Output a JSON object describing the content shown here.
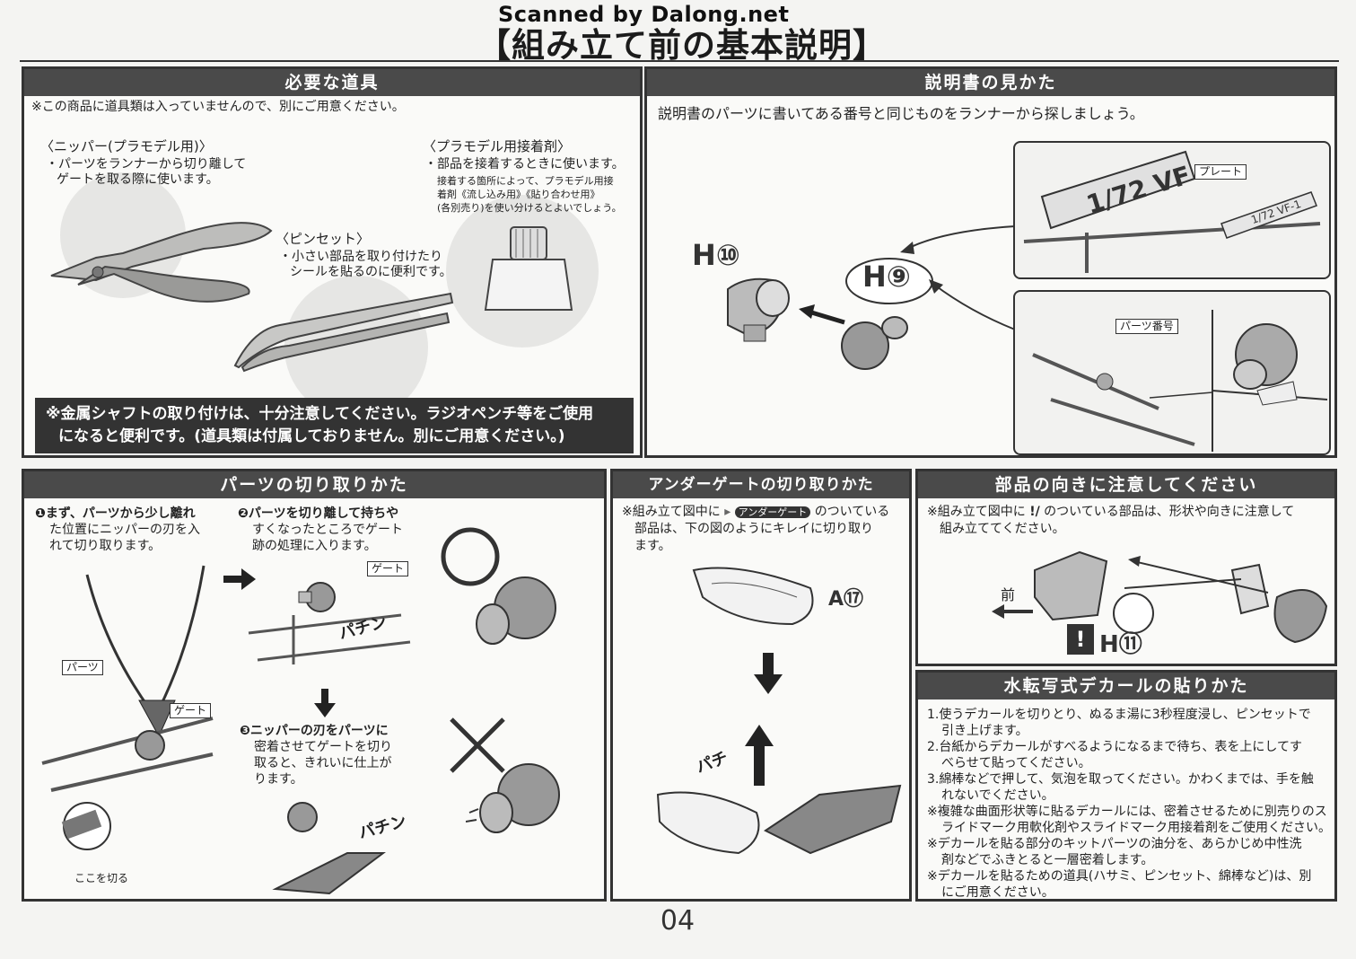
{
  "watermark": "Scanned by Dalong.net",
  "page_title": "【組み立て前の基本説明】",
  "page_number": "04",
  "tools": {
    "heading": "必要な道具",
    "note": "※この商品に道具類は入っていませんので、別にご用意ください。",
    "nipper_title": "〈ニッパー(プラモデル用)〉",
    "nipper_desc_1": "・パーツをランナーから切り離して",
    "nipper_desc_2": "ゲートを取る際に使います。",
    "glue_title": "〈プラモデル用接着剤〉",
    "glue_desc": "・部品を接着するときに使います。",
    "glue_note_1": "接着する箇所によって、プラモデル用接",
    "glue_note_2": "着剤《流し込み用》《貼り合わせ用》",
    "glue_note_3": "(各別売り)を使い分けるとよいでしょう。",
    "tweezers_title": "〈ピンセット〉",
    "tweezers_desc_1": "・小さい部品を取り付けたり",
    "tweezers_desc_2": "シールを貼るのに便利です。",
    "warning_1": "※金属シャフトの取り付けは、十分注意してください。ラジオペンチ等をご使用",
    "warning_2": "になると便利です。(道具類は付属しておりません。別にご用意ください。)"
  },
  "manual": {
    "heading": "説明書の見かた",
    "desc": "説明書のパーツに書いてある番号と同じものをランナーから探しましょう。",
    "label_h10": "H⑩",
    "label_h9": "H⑨",
    "plate_label": "プレート",
    "plate_text": "1/72 VF",
    "plate_text_small": "1/72 VF-1",
    "part_number_label": "パーツ番号"
  },
  "cutting": {
    "heading": "パーツの切り取りかた",
    "step1_1": "❶まず、パーツから少し離れ",
    "step1_2": "た位置にニッパーの刃を入",
    "step1_3": "れて切り取ります。",
    "step2_1": "❷パーツを切り離して持ちや",
    "step2_2": "すくなったところでゲート",
    "step2_3": "跡の処理に入ります。",
    "step3_1": "❸ニッパーの刃をパーツに",
    "step3_2": "密着させてゲートを切り",
    "step3_3": "取ると、きれいに仕上が",
    "step3_4": "ります。",
    "gate_label": "ゲート",
    "parts_label": "パーツ",
    "cut_here": "ここを切る",
    "sfx": "パチン"
  },
  "undergate": {
    "heading": "アンダーゲートの切り取りかた",
    "desc_1": "※組み立て図中に",
    "desc_badge": "アンダーゲート",
    "desc_2": "のついている",
    "desc_3": "部品は、下の図のようにキレイに切り取り",
    "desc_4": "ます。",
    "part_label": "A⑰",
    "sfx": "パチ"
  },
  "orientation": {
    "heading": "部品の向きに注意してください",
    "desc_1": "※組み立て図中に",
    "desc_mark": "!/",
    "desc_2": "のついている部品は、形状や向きに注意して",
    "desc_3": "組み立ててください。",
    "front_label": "前",
    "part_label": "H⑪"
  },
  "decal": {
    "heading": "水転写式デカールの貼りかた",
    "lines": [
      "1.使うデカールを切りとり、ぬるま湯に3秒程度浸し、ピンセットで",
      "引き上げます。",
      "2.台紙からデカールがすべるようになるまで待ち、表を上にしてす",
      "べらせて貼ってください。",
      "3.綿棒などで押して、気泡を取ってください。かわくまでは、手を触",
      "れないでください。",
      "※複雑な曲面形状等に貼るデカールには、密着させるために別売りのス",
      "ライドマーク用軟化剤やスライドマーク用接着剤をご使用ください。",
      "※デカールを貼る部分のキットパーツの油分を、あらかじめ中性洗",
      "剤などでふきとると一層密着します。",
      "※デカールを貼るための道具(ハサミ、ピンセット、綿棒など)は、別",
      "にご用意ください。"
    ]
  }
}
